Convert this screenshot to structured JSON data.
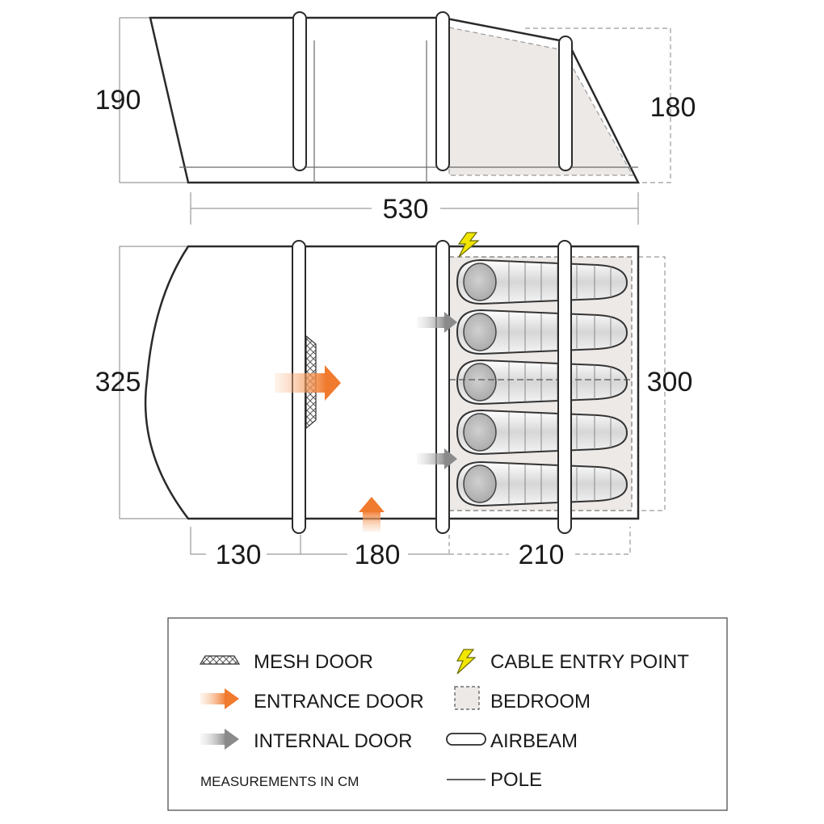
{
  "side_view": {
    "height_left": "190",
    "height_right": "180",
    "length": "530"
  },
  "floor_plan": {
    "width_total": "325",
    "width_bedroom": "300",
    "segments": [
      "130",
      "180",
      "210"
    ],
    "sleeping_bags": 5
  },
  "legend": {
    "items": [
      {
        "icon": "mesh-door-icon",
        "label": "MESH DOOR"
      },
      {
        "icon": "entrance-arrow-icon",
        "label": "ENTRANCE DOOR"
      },
      {
        "icon": "internal-arrow-icon",
        "label": "INTERNAL DOOR"
      },
      {
        "icon": "lightning-icon",
        "label": "CABLE ENTRY POINT"
      },
      {
        "icon": "bedroom-icon",
        "label": "BEDROOM"
      },
      {
        "icon": "airbeam-icon",
        "label": "AIRBEAM"
      },
      {
        "icon": "pole-icon",
        "label": "POLE"
      }
    ],
    "note": "MEASUREMENTS IN CM"
  },
  "colors": {
    "line": "#2a2a2a",
    "bedroom_fill": "#ede9e7",
    "entrance": "#f07a2e",
    "internal": "#8a8a8a",
    "lightning": "#f2e600",
    "dashed": "#8a8a8a"
  }
}
